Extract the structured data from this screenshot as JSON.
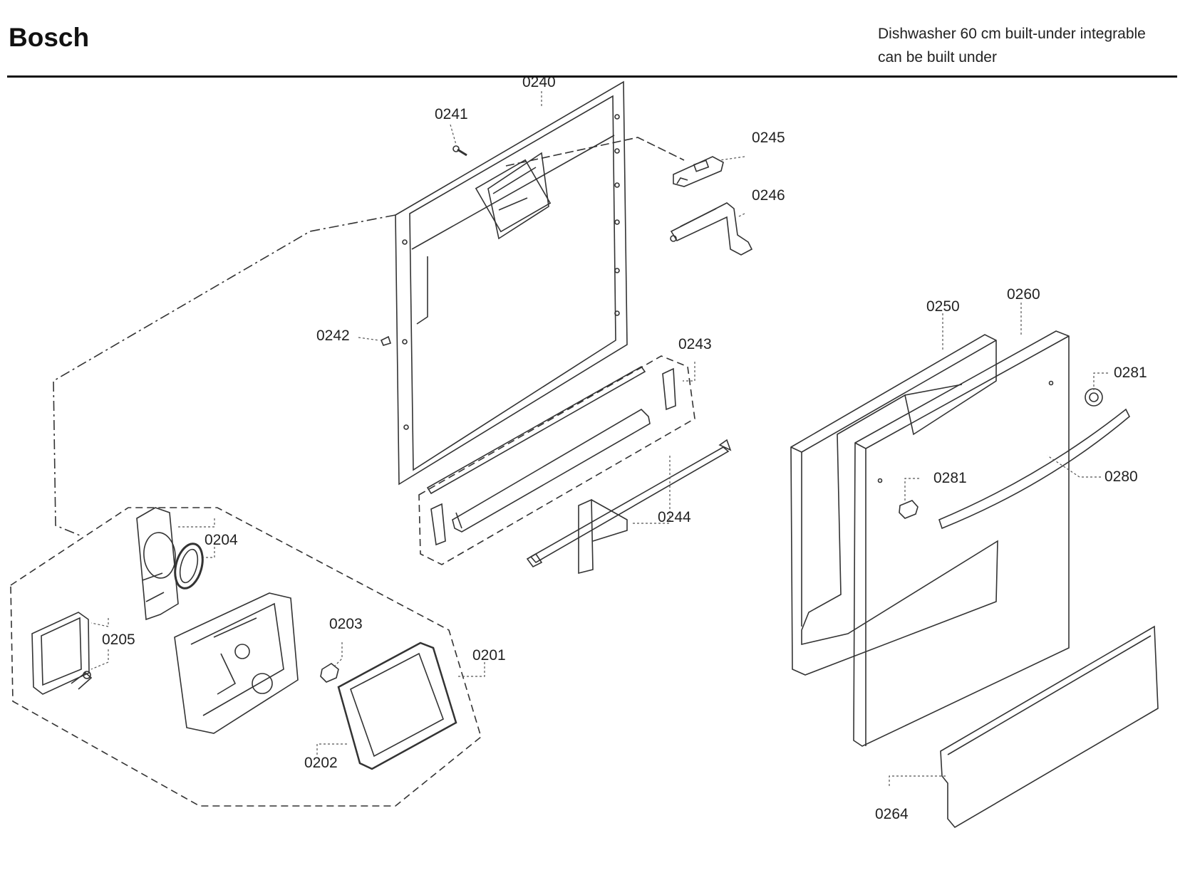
{
  "header": {
    "brand": "Bosch",
    "subtitle_line1": "Dishwasher 60 cm built-under integrable",
    "subtitle_line2": "can be built under"
  },
  "part_labels": {
    "p0240": "0240",
    "p0241": "0241",
    "p0245": "0245",
    "p0246": "0246",
    "p0242": "0242",
    "p0243": "0243",
    "p0244": "0244",
    "p0250": "0250",
    "p0260": "0260",
    "p0281a": "0281",
    "p0281b": "0281",
    "p0280": "0280",
    "p0264": "0264",
    "p0204": "0204",
    "p0205": "0205",
    "p0203": "0203",
    "p0201": "0201",
    "p0202": "0202"
  }
}
